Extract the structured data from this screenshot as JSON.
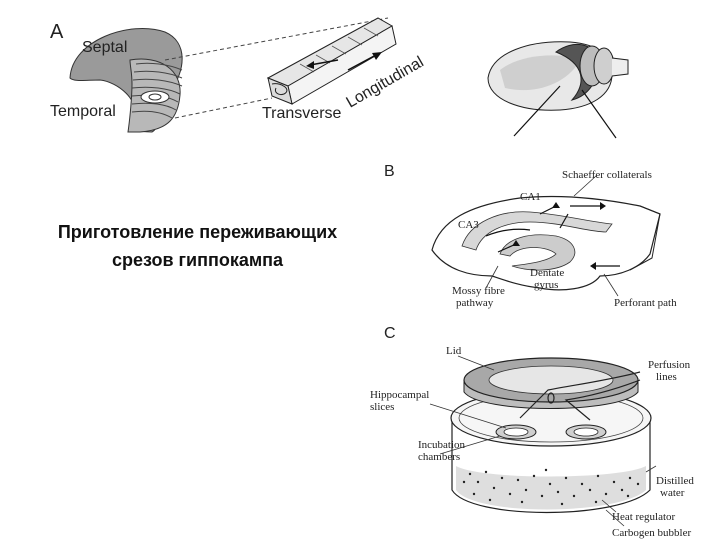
{
  "caption": {
    "line1": "Приготовление переживающих",
    "line2": "срезов гиппокампа"
  },
  "panel_a": {
    "letter": "A",
    "septal": "Septal",
    "temporal": "Temporal",
    "transverse": "Transverse",
    "longitudinal": "Longitudinal"
  },
  "panel_b": {
    "letter": "B",
    "schaeffer": "Schaeffer collaterals",
    "ca1": "CA1",
    "ca3": "CA3",
    "mossy_1": "Mossy fibre",
    "mossy_2": "pathway",
    "dentate_1": "Dentate",
    "dentate_2": "gyrus",
    "perforant": "Perforant path"
  },
  "panel_c": {
    "letter": "C",
    "lid": "Lid",
    "perfusion_1": "Perfusion",
    "perfusion_2": "lines",
    "slices_1": "Hippocampal",
    "slices_2": "slices",
    "incubation_1": "Incubation",
    "incubation_2": "chambers",
    "distilled_1": "Distilled",
    "distilled_2": "water",
    "heat": "Heat regulator",
    "carbogen": "Carbogen bubbler"
  }
}
